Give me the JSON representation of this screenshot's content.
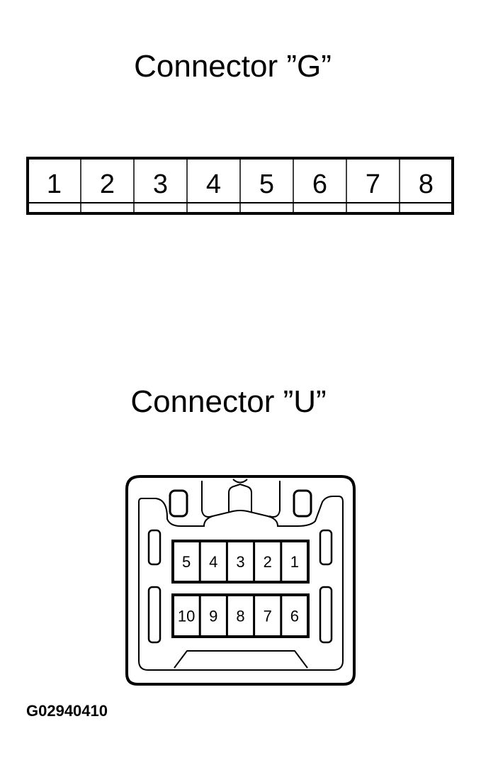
{
  "connector_g": {
    "title": "Connector ”G”",
    "pins": [
      "1",
      "2",
      "3",
      "4",
      "5",
      "6",
      "7",
      "8"
    ]
  },
  "connector_u": {
    "title": "Connector ”U”",
    "top_row": [
      "5",
      "4",
      "3",
      "2",
      "1"
    ],
    "bottom_row": [
      "10",
      "9",
      "8",
      "7",
      "6"
    ]
  },
  "figure_id": "G02940410"
}
